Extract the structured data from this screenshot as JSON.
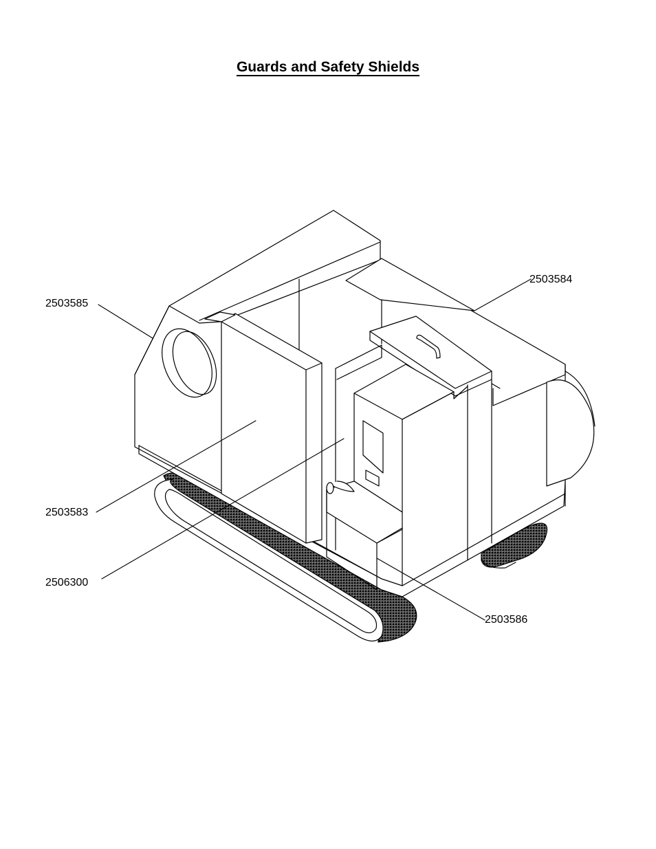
{
  "title": "Guards and Safety Shields",
  "callouts": {
    "top_left": "2503585",
    "top_right": "2503584",
    "mid_left": "2503583",
    "lower_left": "2506300",
    "lower_right": "2503586"
  }
}
